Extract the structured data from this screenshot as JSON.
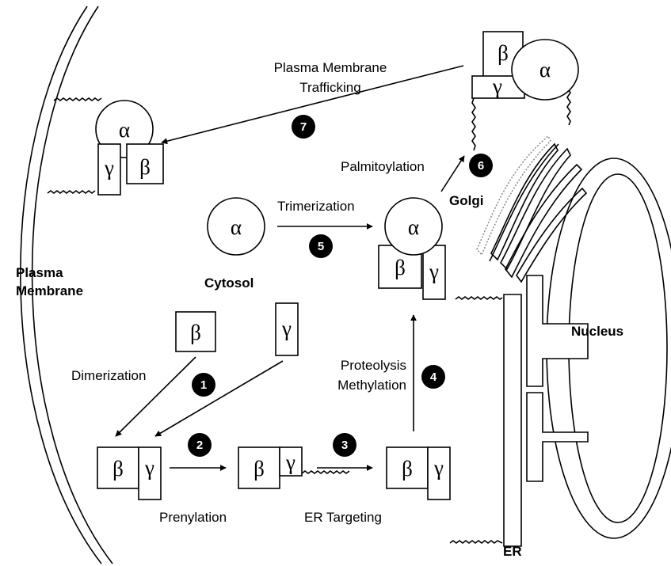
{
  "symbols": {
    "alpha": "α",
    "beta": "β",
    "gamma": "γ"
  },
  "compartments": {
    "plasma_membrane": [
      "Plasma",
      "Membrane"
    ],
    "cytosol": "Cytosol",
    "golgi": "Golgi",
    "er": "ER",
    "nucleus": "Nucleus"
  },
  "steps": [
    {
      "number": "1",
      "label": [
        "Dimerization"
      ]
    },
    {
      "number": "2",
      "label": [
        "Prenylation"
      ]
    },
    {
      "number": "3",
      "label": [
        "ER Targeting"
      ]
    },
    {
      "number": "4",
      "label": [
        "Proteolysis",
        "Methylation"
      ]
    },
    {
      "number": "5",
      "label": [
        "Trimerization"
      ]
    },
    {
      "number": "6",
      "label": [
        "Palmitoylation"
      ]
    },
    {
      "number": "7",
      "label": [
        "Plasma Membrane",
        "Trafficking"
      ]
    }
  ],
  "colors": {
    "line": "#000000",
    "background": "#ffffff",
    "golgi_outline": "#888888"
  }
}
